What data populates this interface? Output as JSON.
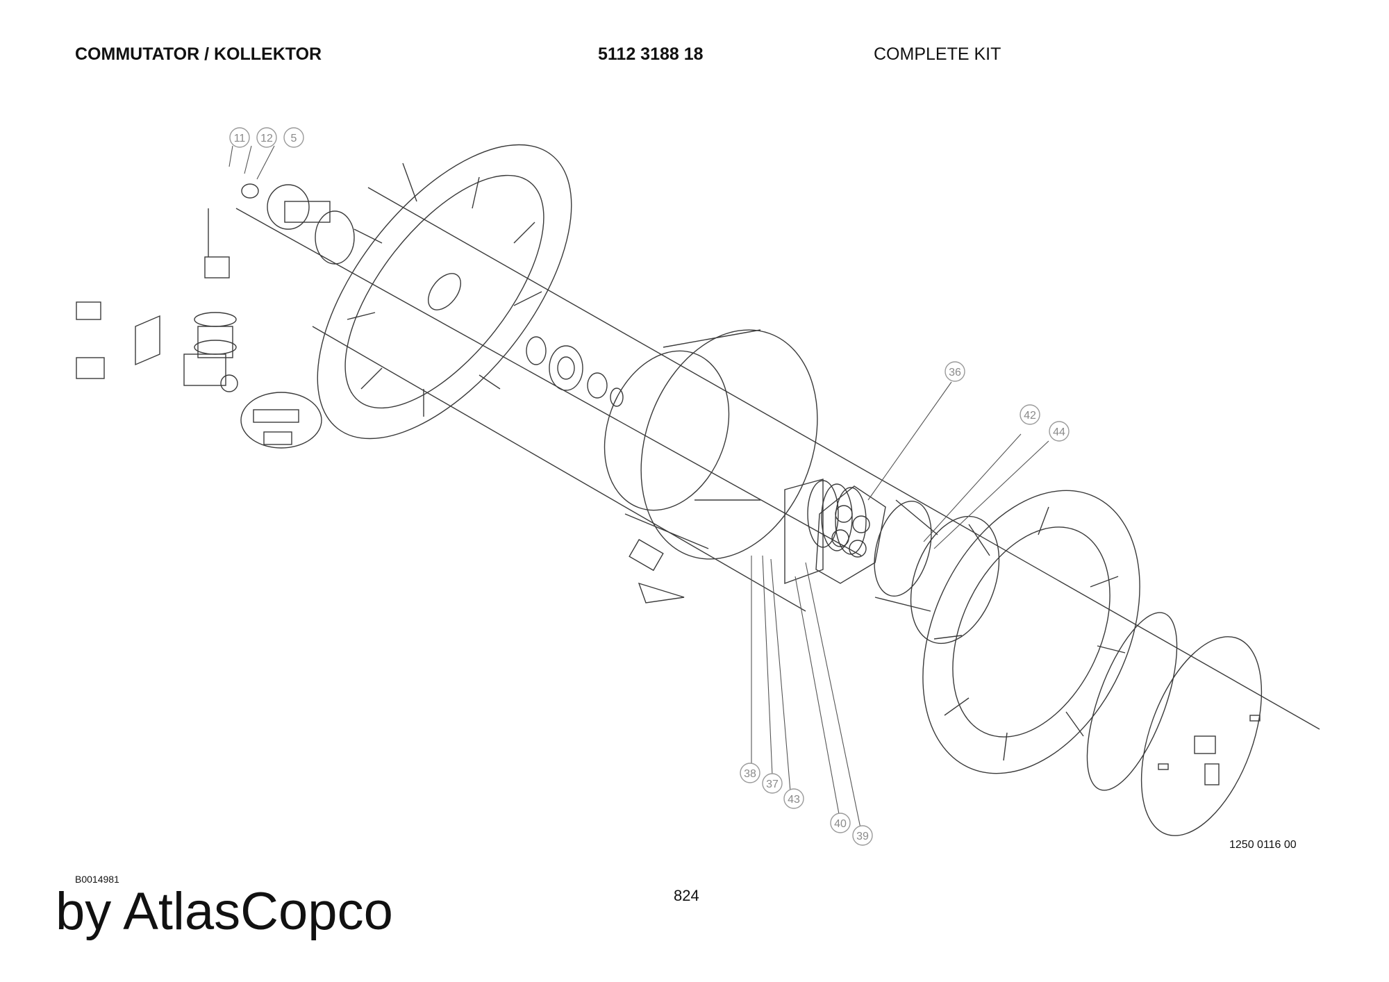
{
  "header": {
    "title": "COMMUTATOR / KOLLEKTOR",
    "part_number": "5112 3188 18",
    "description": "COMPLETE KIT"
  },
  "callouts": [
    "11",
    "12",
    "5",
    "36",
    "42",
    "44",
    "38",
    "37",
    "43",
    "40",
    "39"
  ],
  "figure_ref": "1250 0116 00",
  "doc_id": "B0014981",
  "page_number": "824",
  "brand": "by AtlasCopco",
  "colors": {
    "line": "#333333",
    "callout": "#9a9a9a"
  }
}
